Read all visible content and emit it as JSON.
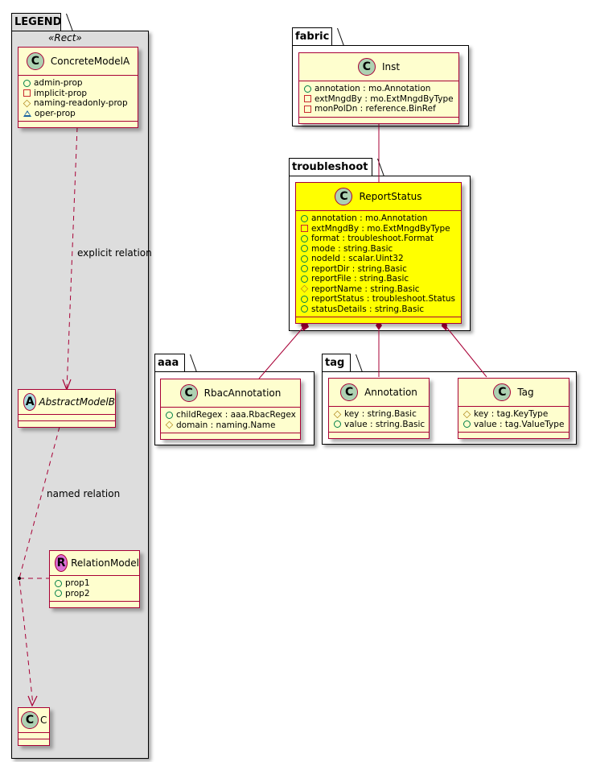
{
  "colors": {
    "class_fill": "#FEFECE",
    "highlight_fill": "#FFFF00",
    "class_border": "#A80036",
    "legend_fill": "#DDDDDD"
  },
  "legend": {
    "package_name": "LEGEND",
    "stereotype": "«Rect»",
    "concrete": {
      "name": "ConcreteModelA",
      "spot": "C",
      "attributes": [
        {
          "vis": "public",
          "text": "admin-prop"
        },
        {
          "vis": "private",
          "text": "implicit-prop"
        },
        {
          "vis": "protected",
          "text": "naming-readonly-prop"
        },
        {
          "vis": "package",
          "text": "oper-prop"
        }
      ]
    },
    "abstract": {
      "name": "AbstractModelB",
      "spot": "A"
    },
    "relation_model": {
      "name": "RelationModel",
      "spot": "R",
      "attributes": [
        {
          "vis": "public",
          "text": "prop1"
        },
        {
          "vis": "public",
          "text": "prop2"
        }
      ]
    },
    "c": {
      "name": "C",
      "spot": "C"
    },
    "explicit_relation_label": "explicit relation",
    "named_relation_label": "named relation"
  },
  "packages": {
    "fabric": {
      "name": "fabric",
      "class": {
        "name": "Inst",
        "spot": "C",
        "attributes": [
          {
            "vis": "public",
            "text": "annotation : mo.Annotation"
          },
          {
            "vis": "private",
            "text": "extMngdBy : mo.ExtMngdByType"
          },
          {
            "vis": "private",
            "text": "monPolDn : reference.BinRef"
          }
        ]
      }
    },
    "troubleshoot": {
      "name": "troubleshoot",
      "class": {
        "name": "ReportStatus",
        "spot": "C",
        "attributes": [
          {
            "vis": "public",
            "text": "annotation : mo.Annotation"
          },
          {
            "vis": "private",
            "text": "extMngdBy : mo.ExtMngdByType"
          },
          {
            "vis": "public",
            "text": "format : troubleshoot.Format"
          },
          {
            "vis": "public",
            "text": "mode : string.Basic"
          },
          {
            "vis": "public",
            "text": "nodeId : scalar.Uint32"
          },
          {
            "vis": "public",
            "text": "reportDir : string.Basic"
          },
          {
            "vis": "public",
            "text": "reportFile : string.Basic"
          },
          {
            "vis": "protected",
            "text": "reportName : string.Basic"
          },
          {
            "vis": "public",
            "text": "reportStatus : troubleshoot.Status"
          },
          {
            "vis": "public",
            "text": "statusDetails : string.Basic"
          }
        ]
      }
    },
    "aaa": {
      "name": "aaa",
      "class": {
        "name": "RbacAnnotation",
        "spot": "C",
        "attributes": [
          {
            "vis": "public",
            "text": "childRegex : aaa.RbacRegex"
          },
          {
            "vis": "protected",
            "text": "domain : naming.Name"
          }
        ]
      }
    },
    "tag": {
      "name": "tag",
      "annotation": {
        "name": "Annotation",
        "spot": "C",
        "attributes": [
          {
            "vis": "protected",
            "text": "key : string.Basic"
          },
          {
            "vis": "public",
            "text": "value : string.Basic"
          }
        ]
      },
      "tag": {
        "name": "Tag",
        "spot": "C",
        "attributes": [
          {
            "vis": "protected",
            "text": "key : tag.KeyType"
          },
          {
            "vis": "public",
            "text": "value : tag.ValueType"
          }
        ]
      }
    }
  }
}
